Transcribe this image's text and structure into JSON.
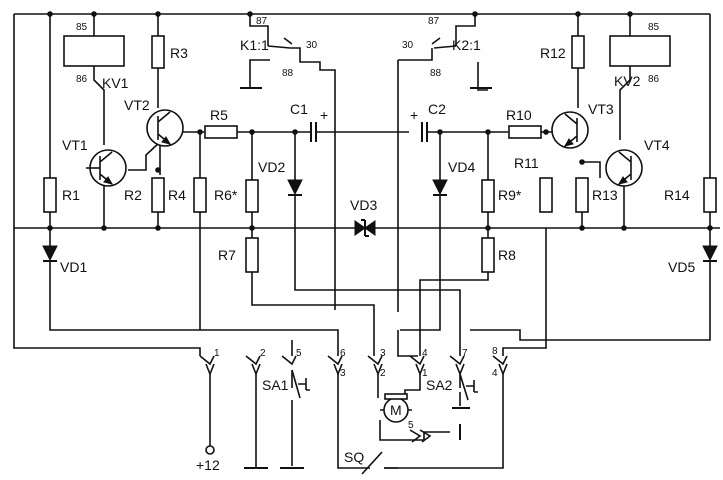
{
  "labels": {
    "K1": "K1:1",
    "K2": "K2:1",
    "KV1": "KV1",
    "KV2": "KV2",
    "VT1": "VT1",
    "VT2": "VT2",
    "VT3": "VT3",
    "VT4": "VT4",
    "R1": "R1",
    "R2": "R2",
    "R3": "R3",
    "R4": "R4",
    "R5": "R5",
    "R6": "R6*",
    "R7": "R7",
    "R8": "R8",
    "R9": "R9*",
    "R10": "R10",
    "R11": "R11",
    "R12": "R12",
    "R13": "R13",
    "R14": "R14",
    "C1": "C1",
    "C2": "C2",
    "plus": "+",
    "VD1": "VD1",
    "VD2": "VD2",
    "VD3": "VD3",
    "VD4": "VD4",
    "VD5": "VD5",
    "SA1": "SA1",
    "SA2": "SA2",
    "SQ": "SQ",
    "M": "M",
    "supply": "+12"
  },
  "pins": {
    "k85": "85",
    "k86": "86",
    "k87": "87",
    "k88": "88",
    "k30": "30",
    "c1": "1",
    "c2": "2",
    "c3": "3",
    "c4": "4",
    "c5": "5",
    "c6": "6",
    "c7": "7",
    "c8": "8"
  }
}
